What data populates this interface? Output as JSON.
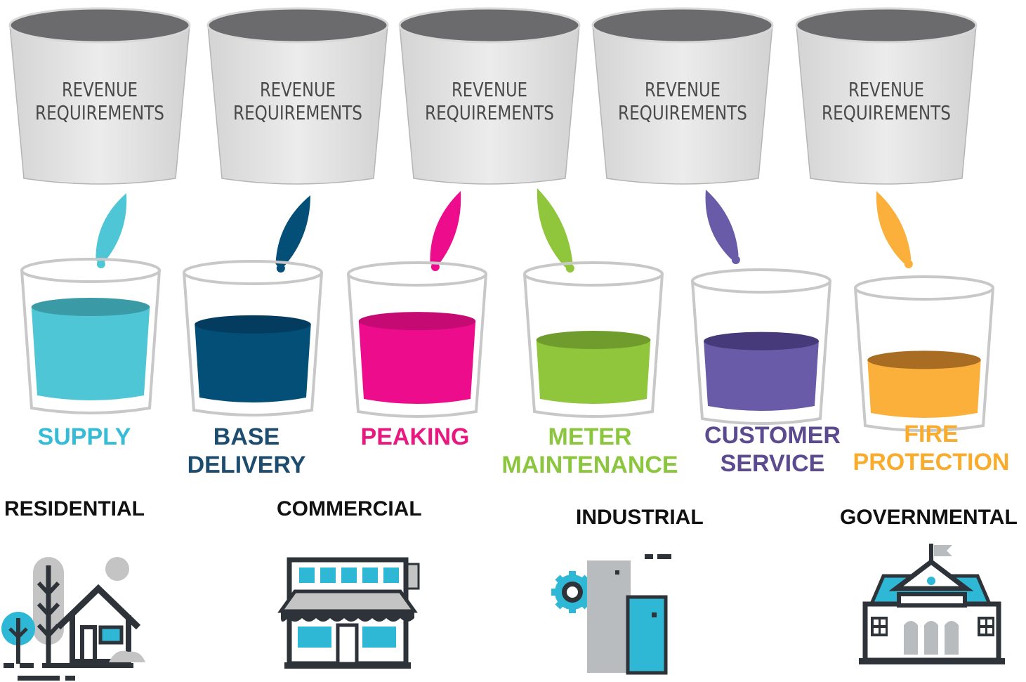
{
  "drum_label": [
    "REVENUE",
    "REQUIREMENTS"
  ],
  "categories": [
    {
      "lines": [
        "SUPPLY"
      ],
      "color": "#36bcd6",
      "liquid": "#4ec6d6",
      "liquid_top": "#3a9aa6",
      "fill_level": 0.75
    },
    {
      "lines": [
        "BASE",
        "DELIVERY"
      ],
      "color": "#1e4c6e",
      "liquid": "#034f77",
      "liquid_top": "#033c5e",
      "fill_level": 0.62
    },
    {
      "lines": [
        "PEAKING"
      ],
      "color": "#e8197e",
      "liquid": "#ec0c8c",
      "liquid_top": "#c50a73",
      "fill_level": 0.66
    },
    {
      "lines": [
        "METER",
        "MAINTENANCE"
      ],
      "color": "#8cc63e",
      "liquid": "#8fc63c",
      "liquid_top": "#6f9c2c",
      "fill_level": 0.5
    },
    {
      "lines": [
        "CUSTOMER",
        "SERVICE"
      ],
      "color": "#5b4a8e",
      "liquid": "#6a5ba8",
      "liquid_top": "#463a7a",
      "fill_level": 0.55
    },
    {
      "lines": [
        "FIRE",
        "PROTECTION"
      ],
      "color": "#f9ac2c",
      "liquid": "#fbb03b",
      "liquid_top": "#a86d22",
      "fill_level": 0.45
    }
  ],
  "customer_classes": [
    {
      "label": "RESIDENTIAL",
      "icon": "house-icon"
    },
    {
      "label": "COMMERCIAL",
      "icon": "storefront-icon"
    },
    {
      "label": "INDUSTRIAL",
      "icon": "factory-icon"
    },
    {
      "label": "GOVERNMENTAL",
      "icon": "government-building-icon"
    }
  ]
}
